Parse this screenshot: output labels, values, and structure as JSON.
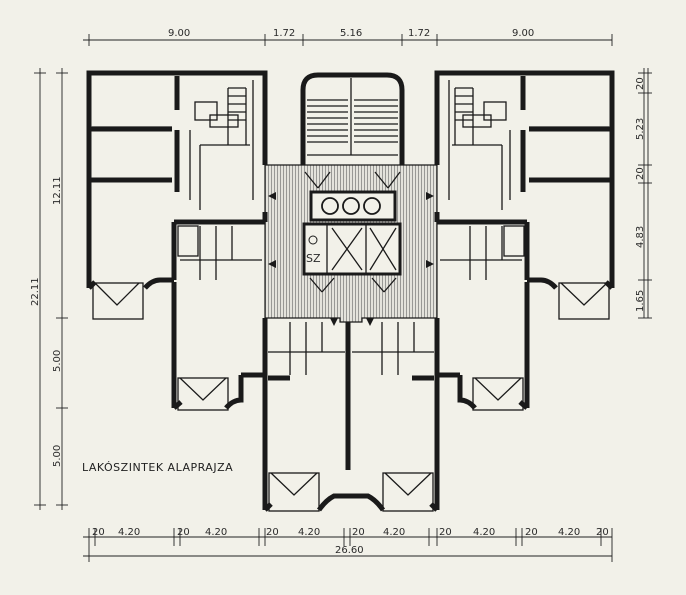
{
  "title": "LAKÓSZINTEK ALAPRAJZA",
  "labels": {
    "sz": "SZ"
  },
  "dimensions": {
    "top": [
      "9.00",
      "1.72",
      "5.16",
      "1.72",
      "9.00"
    ],
    "left_total": "22.11",
    "left": [
      "12.11",
      "5.00",
      "5.00"
    ],
    "right": [
      "20",
      "5.23",
      "20",
      "4.83",
      "1.65"
    ],
    "bottom": [
      "20",
      "4.20",
      "20",
      "4.20",
      "20",
      "4.20",
      "20",
      "4.20",
      "20",
      "4.20",
      "20",
      "4.20",
      "20"
    ],
    "bottom_total": "26.60"
  }
}
